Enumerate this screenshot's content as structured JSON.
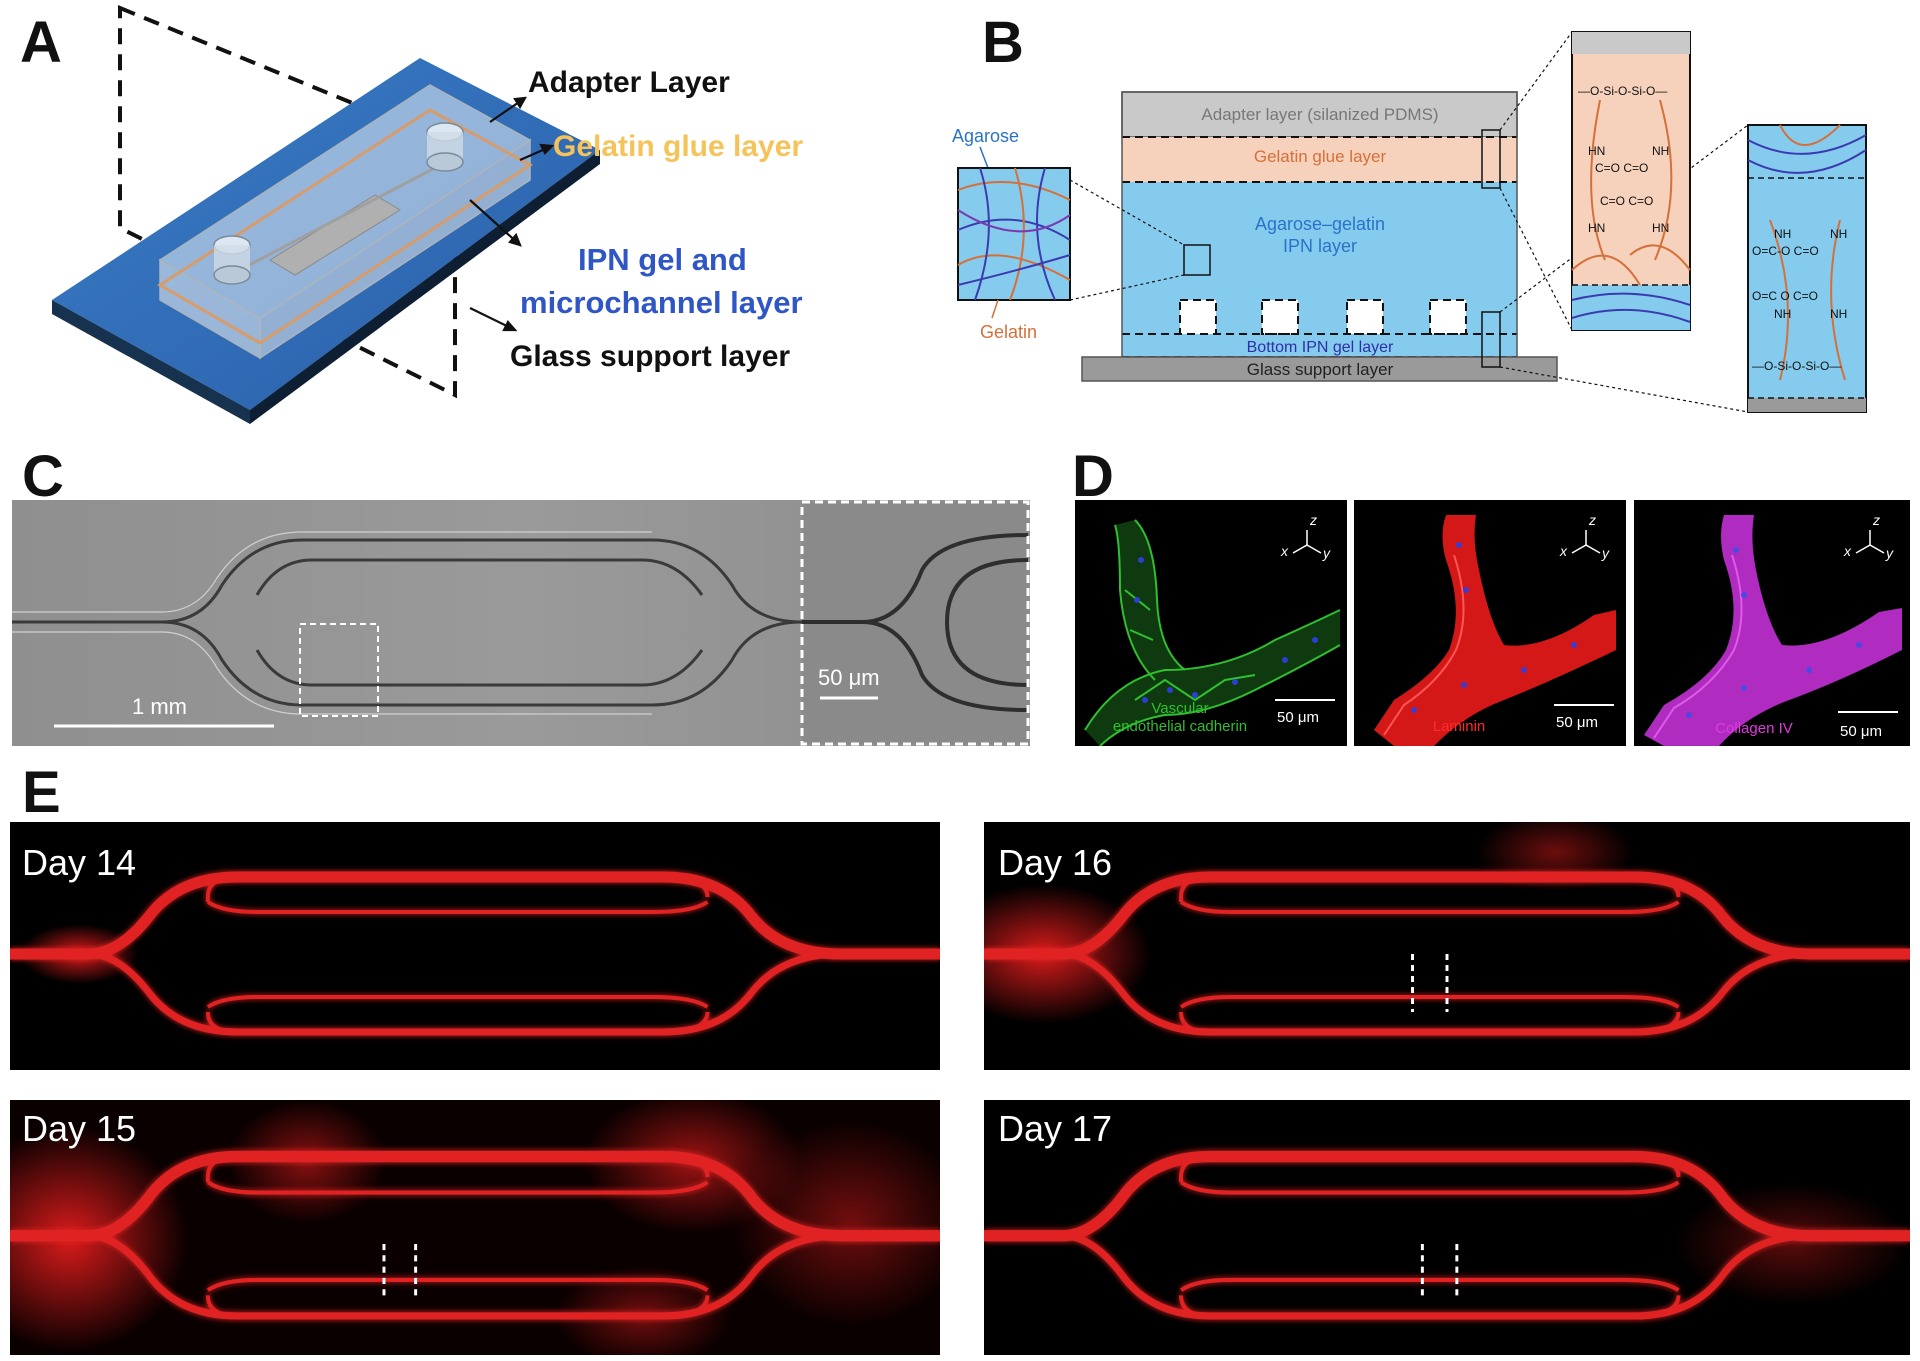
{
  "panels": {
    "a": {
      "letter": "A",
      "labels": {
        "adapter": "Adapter Layer",
        "gelatin": "Gelatin glue layer",
        "ipn_line1": "IPN gel and",
        "ipn_line2": "microchannel layer",
        "glass": "Glass support layer"
      },
      "colors": {
        "gelatin": "#f5c35a",
        "ipn": "#2f56c4",
        "glass_slide": "#2e6bb5"
      }
    },
    "b": {
      "letter": "B",
      "labels": {
        "agarose": "Agarose",
        "gelatin": "Gelatin",
        "adapter": "Adapter layer (silanized PDMS)",
        "gelatin_glue": "Gelatin glue layer",
        "ipn_line1": "Agarose–gelatin",
        "ipn_line2": "IPN layer",
        "bottom_ipn": "Bottom IPN gel layer",
        "glass": "Glass support layer"
      },
      "colors": {
        "adapter": "#c9c9c9",
        "gelatin": "#f6d2bd",
        "ipn": "#85cbee",
        "glass": "#9a9a9a"
      }
    },
    "c": {
      "letter": "C",
      "scalebar_main": "1 mm",
      "scalebar_inset": "50 μm"
    },
    "d": {
      "letter": "D",
      "axes": {
        "x": "x",
        "y": "y",
        "z": "z"
      },
      "images": [
        {
          "label_line1": "Vascular",
          "label_line2": "endothelial cadherin",
          "scalebar": "50 μm",
          "color": "#2fbf2f"
        },
        {
          "label_line1": "Laminin",
          "label_line2": "",
          "scalebar": "50 μm",
          "color": "#ff2a2a"
        },
        {
          "label_line1": "Collagen IV",
          "label_line2": "",
          "scalebar": "50 μm",
          "color": "#d63ad6"
        }
      ]
    },
    "e": {
      "letter": "E",
      "days": [
        "Day 14",
        "Day 16",
        "Day 15",
        "Day 17"
      ]
    }
  }
}
